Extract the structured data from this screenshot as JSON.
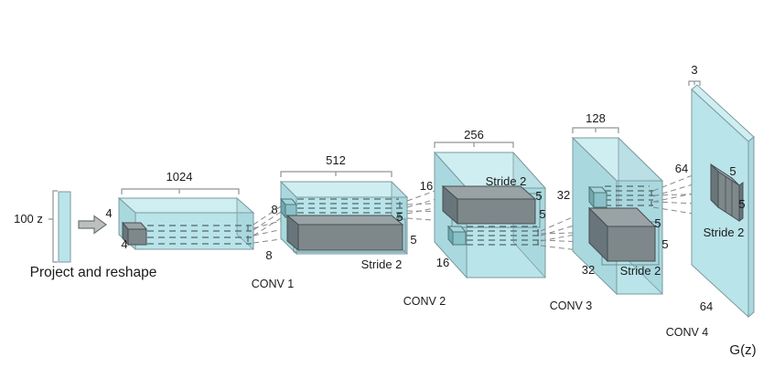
{
  "figure": {
    "title_semantic": "DCGAN generator architecture",
    "input": {
      "label": "100 z",
      "caption": "Project and reshape"
    },
    "layers": [
      {
        "depth": "1024",
        "size_top": "4",
        "size_bottom": "4"
      },
      {
        "name": "CONV 1",
        "depth": "512",
        "size_top": "8",
        "size_bottom": "8",
        "kernel_h": "5",
        "kernel_w": "5",
        "stride": "Stride 2"
      },
      {
        "name": "CONV 2",
        "depth": "256",
        "size_top": "16",
        "size_bottom": "16",
        "kernel_h": "5",
        "kernel_w": "5",
        "stride": "Stride 2"
      },
      {
        "name": "CONV 3",
        "depth": "128",
        "size_top": "32",
        "size_bottom": "32",
        "kernel_h": "5",
        "kernel_w": "5",
        "stride": "Stride 2"
      },
      {
        "name": "CONV 4",
        "depth": "3",
        "size_top": "64",
        "size_bottom": "64",
        "kernel_h": "5",
        "kernel_w": "5",
        "stride": "Stride 2",
        "output_label": "G(z)"
      }
    ],
    "colors": {
      "box_top": "#cfeef1",
      "box_front": "#b9e4e9",
      "box_side": "#a9d9de",
      "filter_gray": "#7e888b",
      "filter_gray_top": "#99a3a5",
      "filter_gray_side": "#68757a",
      "teal_cube": "#8ac2c9",
      "teal_cube_top": "#a5d4da",
      "teal_cube_side": "#6fa9b0",
      "edge": "#7c9a9e"
    }
  }
}
